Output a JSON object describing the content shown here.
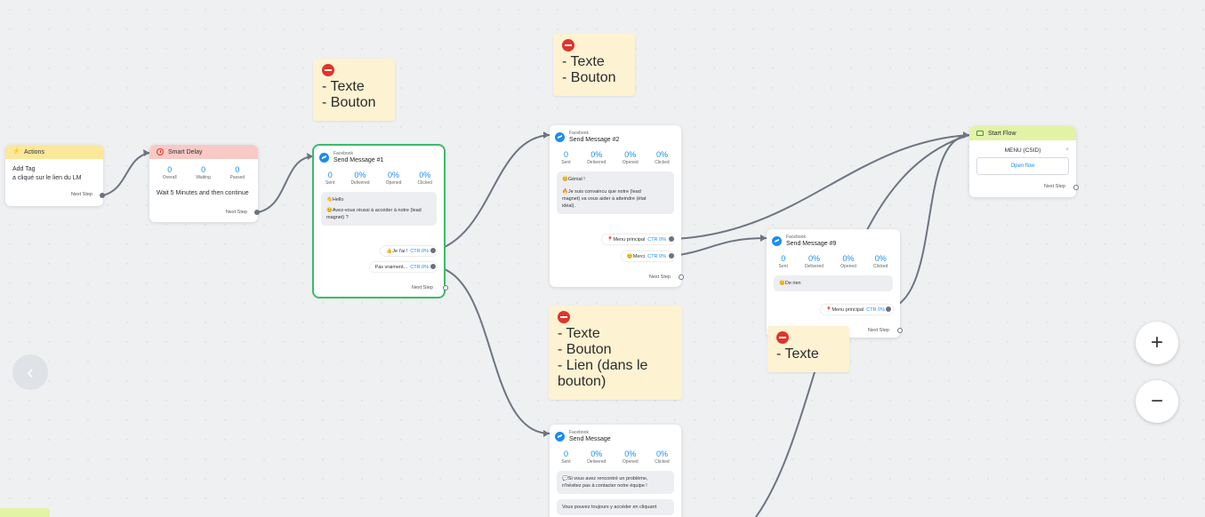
{
  "notes": [
    {
      "lines": [
        "- Texte",
        "- Bouton"
      ]
    },
    {
      "lines": [
        "- Texte",
        "- Bouton"
      ]
    },
    {
      "lines": [
        "- Texte",
        "- Bouton",
        "- Lien (dans le",
        "bouton)"
      ]
    },
    {
      "lines": [
        "- Texte"
      ]
    }
  ],
  "actions": {
    "title": "Actions",
    "tag_label": "Add Tag",
    "tag_value": "a cliqué sur le lien du LM",
    "next_step": "Next Step"
  },
  "smart_delay": {
    "title": "Smart Delay",
    "stats": [
      {
        "value": "0",
        "label": "Overall"
      },
      {
        "value": "0",
        "label": "Waiting"
      },
      {
        "value": "0",
        "label": "Passed"
      }
    ],
    "text": "Wait 5 Minutes and then continue",
    "next_step": "Next Step"
  },
  "stat_labels": [
    "Sent",
    "Delivered",
    "Opened",
    "Clicked"
  ],
  "messages": [
    {
      "platform": "Facebook",
      "name": "Send Message #1",
      "stats": [
        "0",
        "0%",
        "0%",
        "0%"
      ],
      "bubble_lines": [
        "👋Hello",
        "",
        "😊Avez-vous réussi à accéder à notre (lead",
        "magnet) ?"
      ],
      "buttons": [
        {
          "label": "👍Je l'ai !",
          "ctr": "CTR 0%"
        },
        {
          "label": "Pas vraiment...",
          "ctr": "CTR 0%"
        }
      ],
      "next_step": "Next Step"
    },
    {
      "platform": "Facebook",
      "name": "Send Message #2",
      "stats": [
        "0",
        "0%",
        "0%",
        "0%"
      ],
      "bubble_lines": [
        "😊Génial !",
        "",
        "🔥Je suis convaincu que notre (lead",
        "magnet) va vous aider à atteindre (état",
        "idéal)."
      ],
      "buttons": [
        {
          "label": "📍Menu principal",
          "ctr": "CTR 0%"
        },
        {
          "label": "😊Merci",
          "ctr": "CTR 0%"
        }
      ],
      "next_step": "Next Step"
    },
    {
      "platform": "Facebook",
      "name": "Send Message #9",
      "stats": [
        "0",
        "0%",
        "0%",
        "0%"
      ],
      "bubble_lines": [
        "😊De rien"
      ],
      "buttons": [
        {
          "label": "📍Menu principal",
          "ctr": "CTR 0%"
        }
      ],
      "next_step": "Next Step"
    },
    {
      "platform": "Facebook",
      "name": "Send Message",
      "stats": [
        "0",
        "0%",
        "0%",
        "0%"
      ],
      "bubble_lines": [
        "💬Si vous avez rencontré un problème,",
        "n'hésitez pas à contacter notre équipe !"
      ],
      "bubble2_lines": [
        "Vous pouvez toujours y accéder en cliquant"
      ]
    }
  ],
  "start_flow": {
    "title": "Start Flow",
    "flow_name": "MENU (CSID)",
    "close": "×",
    "open_flow": "Open flow",
    "next_step": "Next Step"
  },
  "controls": {
    "zoom_in": "+",
    "zoom_out": "−",
    "back": "‹"
  }
}
